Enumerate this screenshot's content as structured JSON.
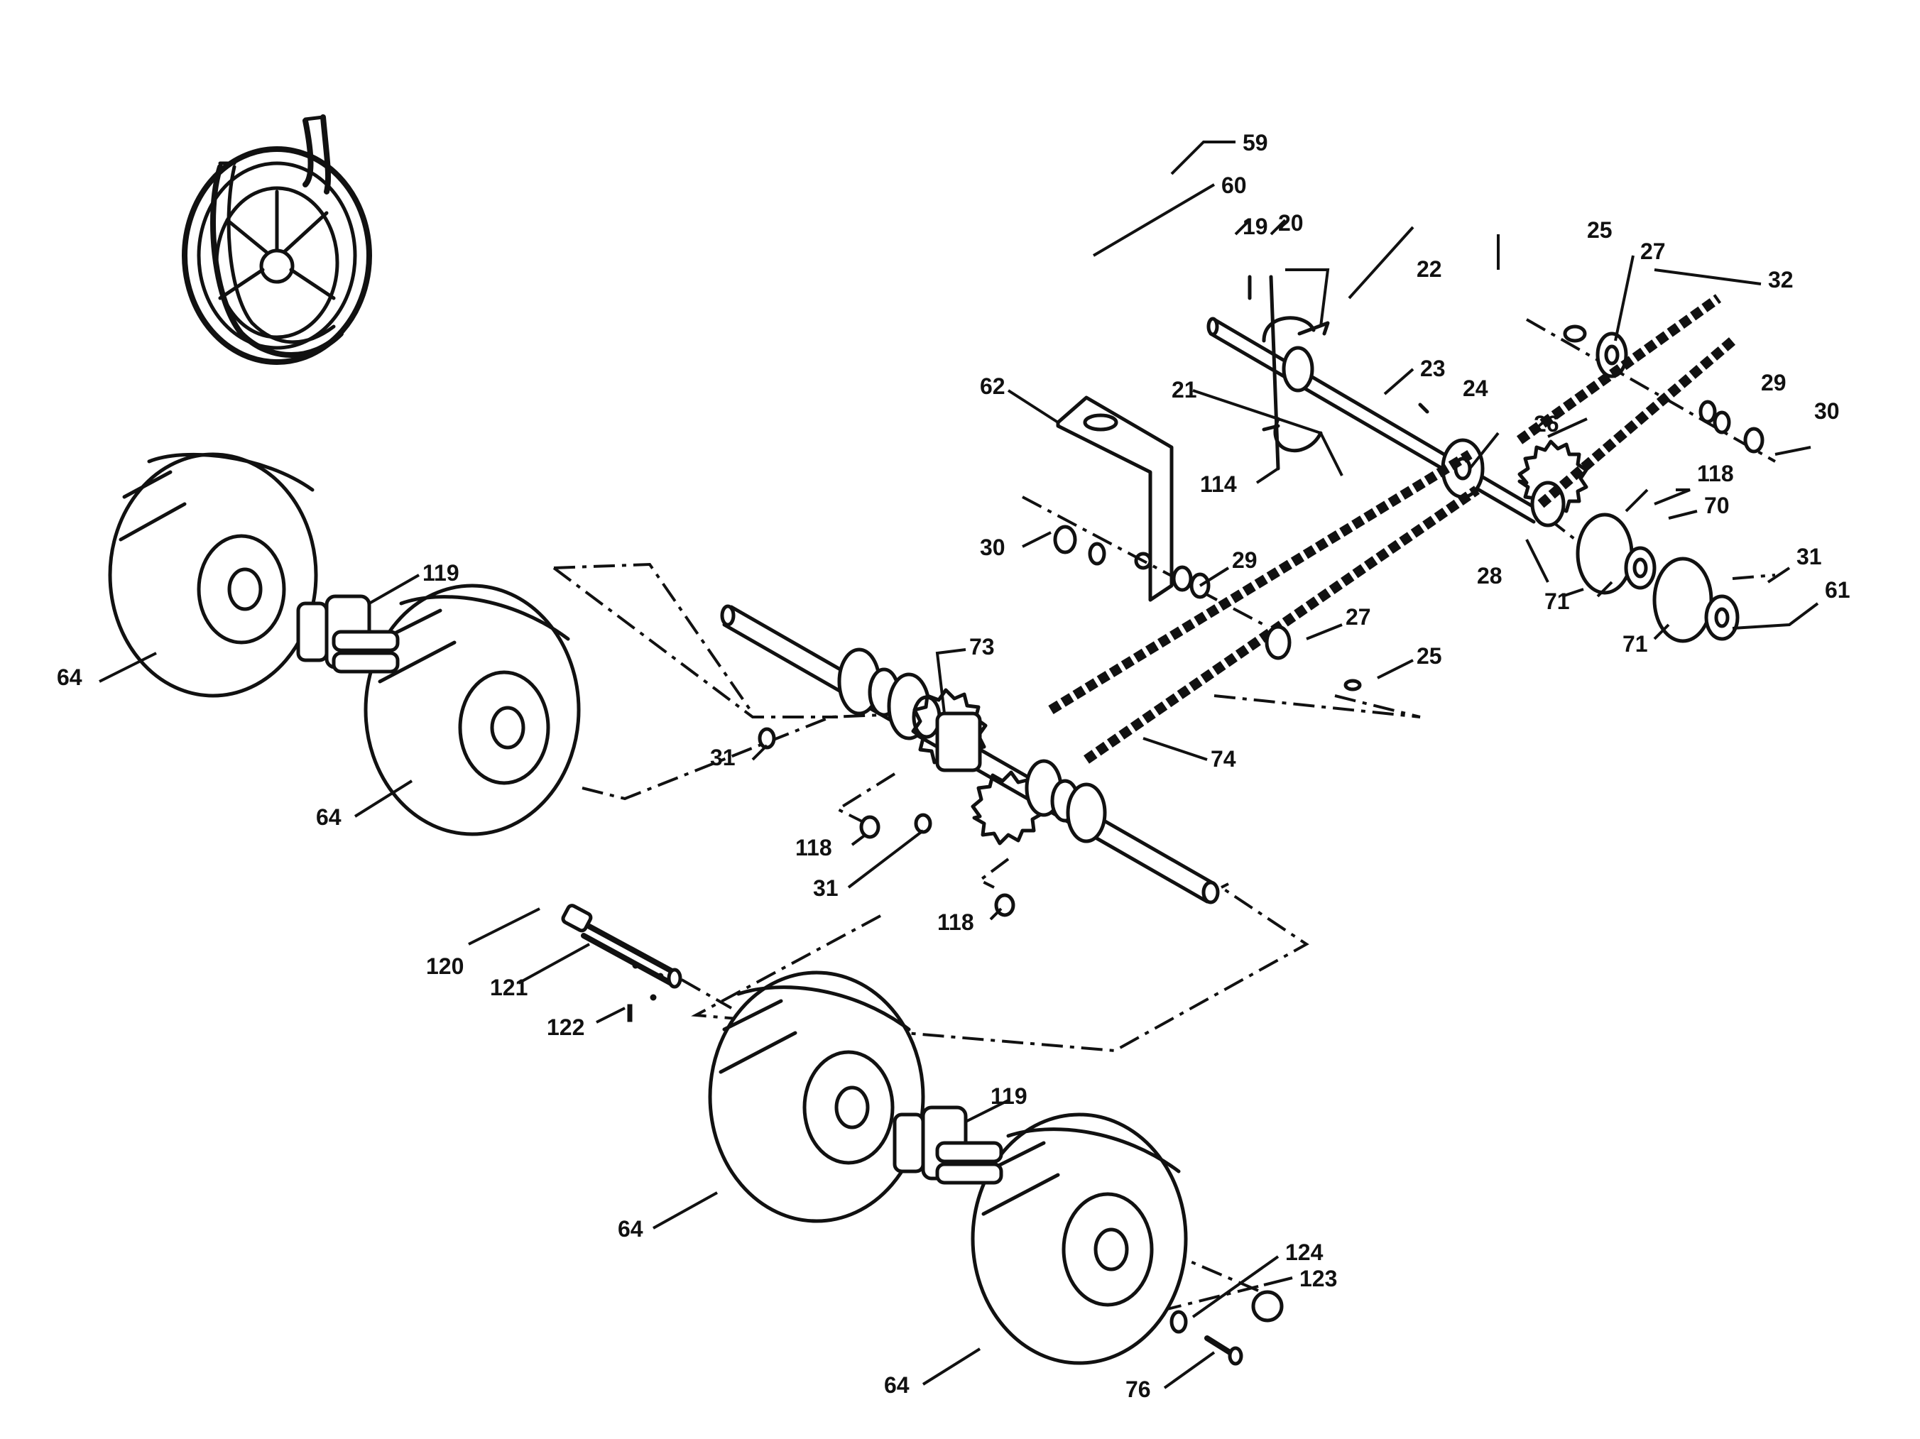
{
  "diagram": {
    "callouts": {
      "c59": "59",
      "c60": "60",
      "c19": "19",
      "c20": "20",
      "c22": "22",
      "c25a": "25",
      "c27a": "27",
      "c32": "32",
      "c62": "62",
      "c23": "23",
      "c24": "24",
      "c21": "21",
      "c29a": "29",
      "c30a": "30",
      "c26": "26",
      "c114": "114",
      "c118a": "118",
      "c70": "70",
      "c28": "28",
      "c31a": "31",
      "c71a": "71",
      "c61": "61",
      "c71b": "71",
      "c30b": "30",
      "c29b": "29",
      "c27b": "27",
      "c25b": "25",
      "c119a": "119",
      "c64a": "64",
      "c73": "73",
      "c74": "74",
      "c31b": "31",
      "c64b": "64",
      "c118b": "118",
      "c31c": "31",
      "c118c": "118",
      "c120": "120",
      "c121": "121",
      "c122": "122",
      "c119b": "119",
      "c64c": "64",
      "c124": "124",
      "c123": "123",
      "c64d": "64",
      "c76": "76"
    }
  }
}
